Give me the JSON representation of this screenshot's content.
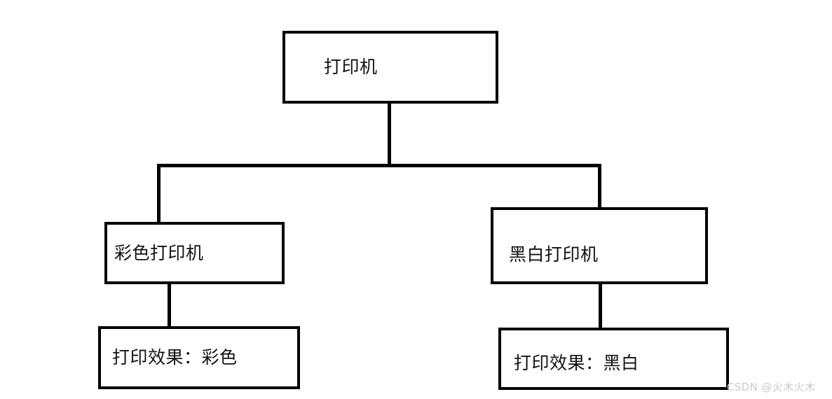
{
  "diagram": {
    "type": "inheritance-tree",
    "title": "打印机",
    "nodes": [
      {
        "id": "root",
        "label": "打印机",
        "level": 0
      },
      {
        "id": "color",
        "label": "彩色打印机",
        "level": 1
      },
      {
        "id": "mono",
        "label": "黑白打印机",
        "level": 1
      },
      {
        "id": "effect_color",
        "label": "打印效果：彩色",
        "level": 2
      },
      {
        "id": "effect_mono",
        "label": "打印效果：黑白",
        "level": 2
      }
    ],
    "edges": [
      {
        "from": "root",
        "to": "color"
      },
      {
        "from": "root",
        "to": "mono"
      },
      {
        "from": "color",
        "to": "effect_color"
      },
      {
        "from": "mono",
        "to": "effect_mono"
      }
    ]
  },
  "colors": {
    "background": "#ffffff",
    "box_fill": "#ffffff",
    "box_border": "#000000",
    "connector": "#000000",
    "text": "#111111",
    "watermark": "#c9c9c9"
  },
  "watermark": {
    "text": "CSDN @火木火木"
  }
}
